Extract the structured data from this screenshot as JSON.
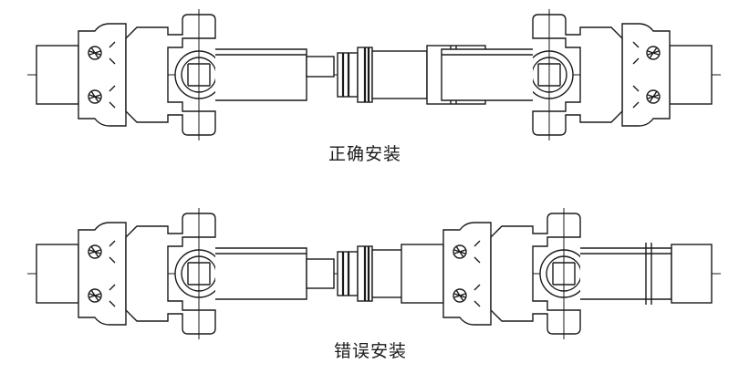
{
  "diagram": {
    "panels": [
      {
        "id": "top",
        "caption": "正确安装"
      },
      {
        "id": "bottom",
        "caption": "错误安装"
      }
    ],
    "colors": {
      "line": "#1a1a1a",
      "background": "#ffffff"
    }
  }
}
